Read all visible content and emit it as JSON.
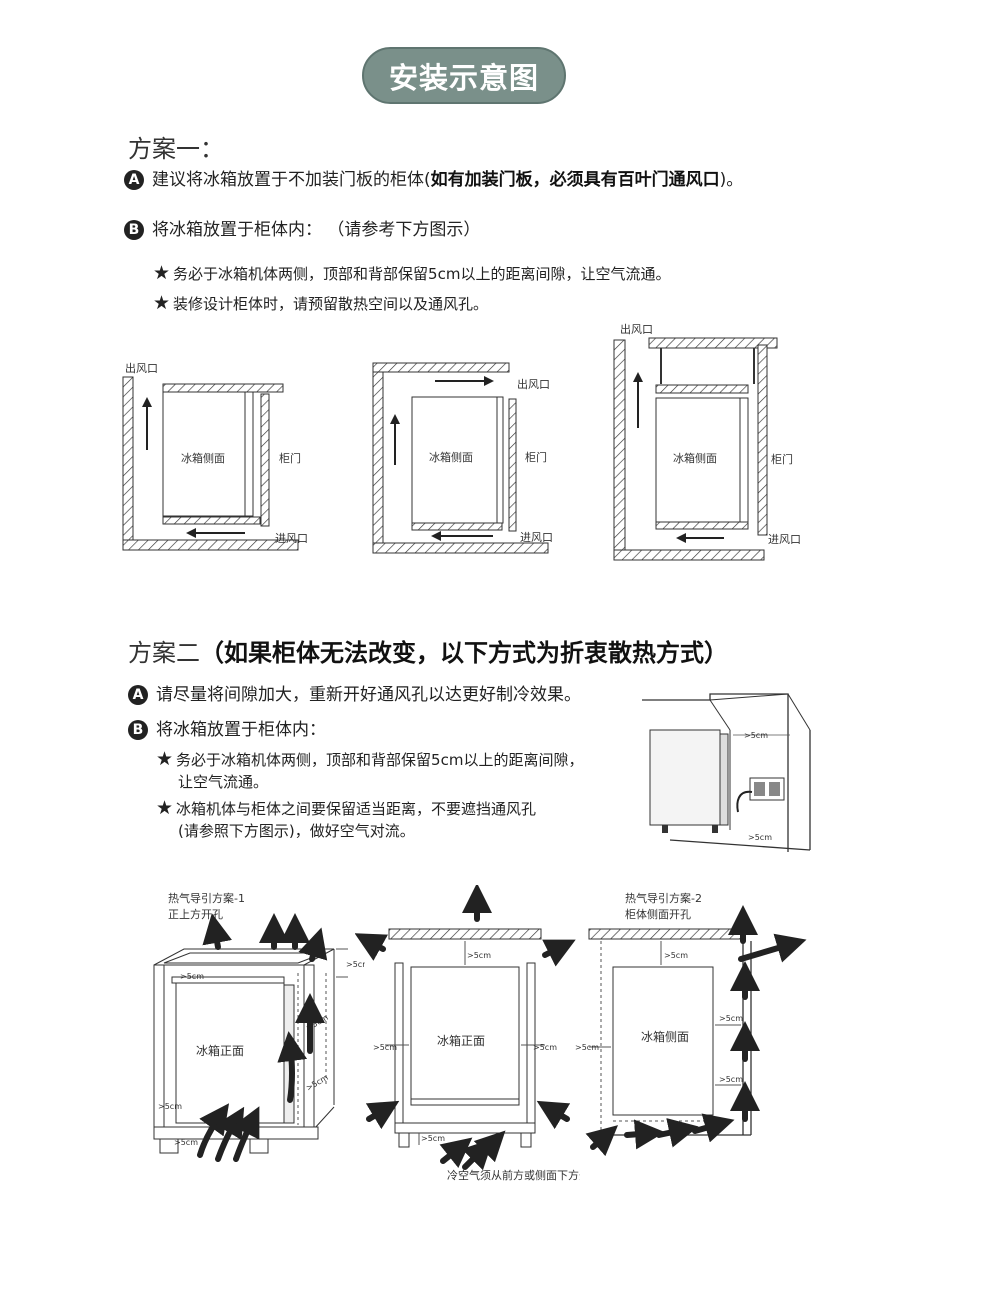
{
  "title": "安装示意图",
  "plan1": {
    "heading": "方案一：",
    "a_marker": "A",
    "a_text": "建议将冰箱放置于不加装门板的柜体(",
    "a_bold": "如有加装门板，必须具有百叶门通风口",
    "a_end": ")。",
    "b_marker": "B",
    "b_text": "将冰箱放置于柜体内：  （请参考下方图示）",
    "star": "★",
    "notes": [
      "务必于冰箱机体两侧，顶部和背部保留5cm以上的距离间隙，让空气流通。",
      "装修设计柜体时，请预留散热空间以及通风孔。"
    ],
    "diagrams": [
      {
        "outlet": "出风口",
        "fridge": "冰箱侧面",
        "door": "柜门",
        "inlet": "进风口"
      },
      {
        "outlet": "出风口",
        "fridge": "冰箱侧面",
        "door": "柜门",
        "inlet": "进风口"
      },
      {
        "outlet": "出风口",
        "fridge": "冰箱侧面",
        "door": "柜门",
        "inlet": "进风口"
      }
    ]
  },
  "plan2": {
    "heading": "方案二",
    "heading_bold": "（如果柜体无法改变，以下方式为折衷散热方式）",
    "a_marker": "A",
    "a_text": "请尽量将间隙加大，重新开好通风孔以达更好制冷效果。",
    "b_marker": "B",
    "b_text": "将冰箱放置于柜体内：",
    "star": "★",
    "note1": [
      "务必于冰箱机体两侧，顶部和背部保留5cm以上的距离间隙，",
      "让空气流通。"
    ],
    "note2": [
      "冰箱机体与柜体之间要保留适当距离，不要遮挡通风孔",
      "(请参照下方图示)，做好空气对流。"
    ],
    "gap": ">5cm",
    "scheme1": [
      "热气导引方案-1",
      "正上方开孔"
    ],
    "scheme2": [
      "热气导引方案-2",
      "柜体侧面开孔"
    ],
    "front": "冰箱正面",
    "side": "冰箱侧面",
    "bottom_note": "冷空气须从前方或侧面下方开孔进入"
  }
}
